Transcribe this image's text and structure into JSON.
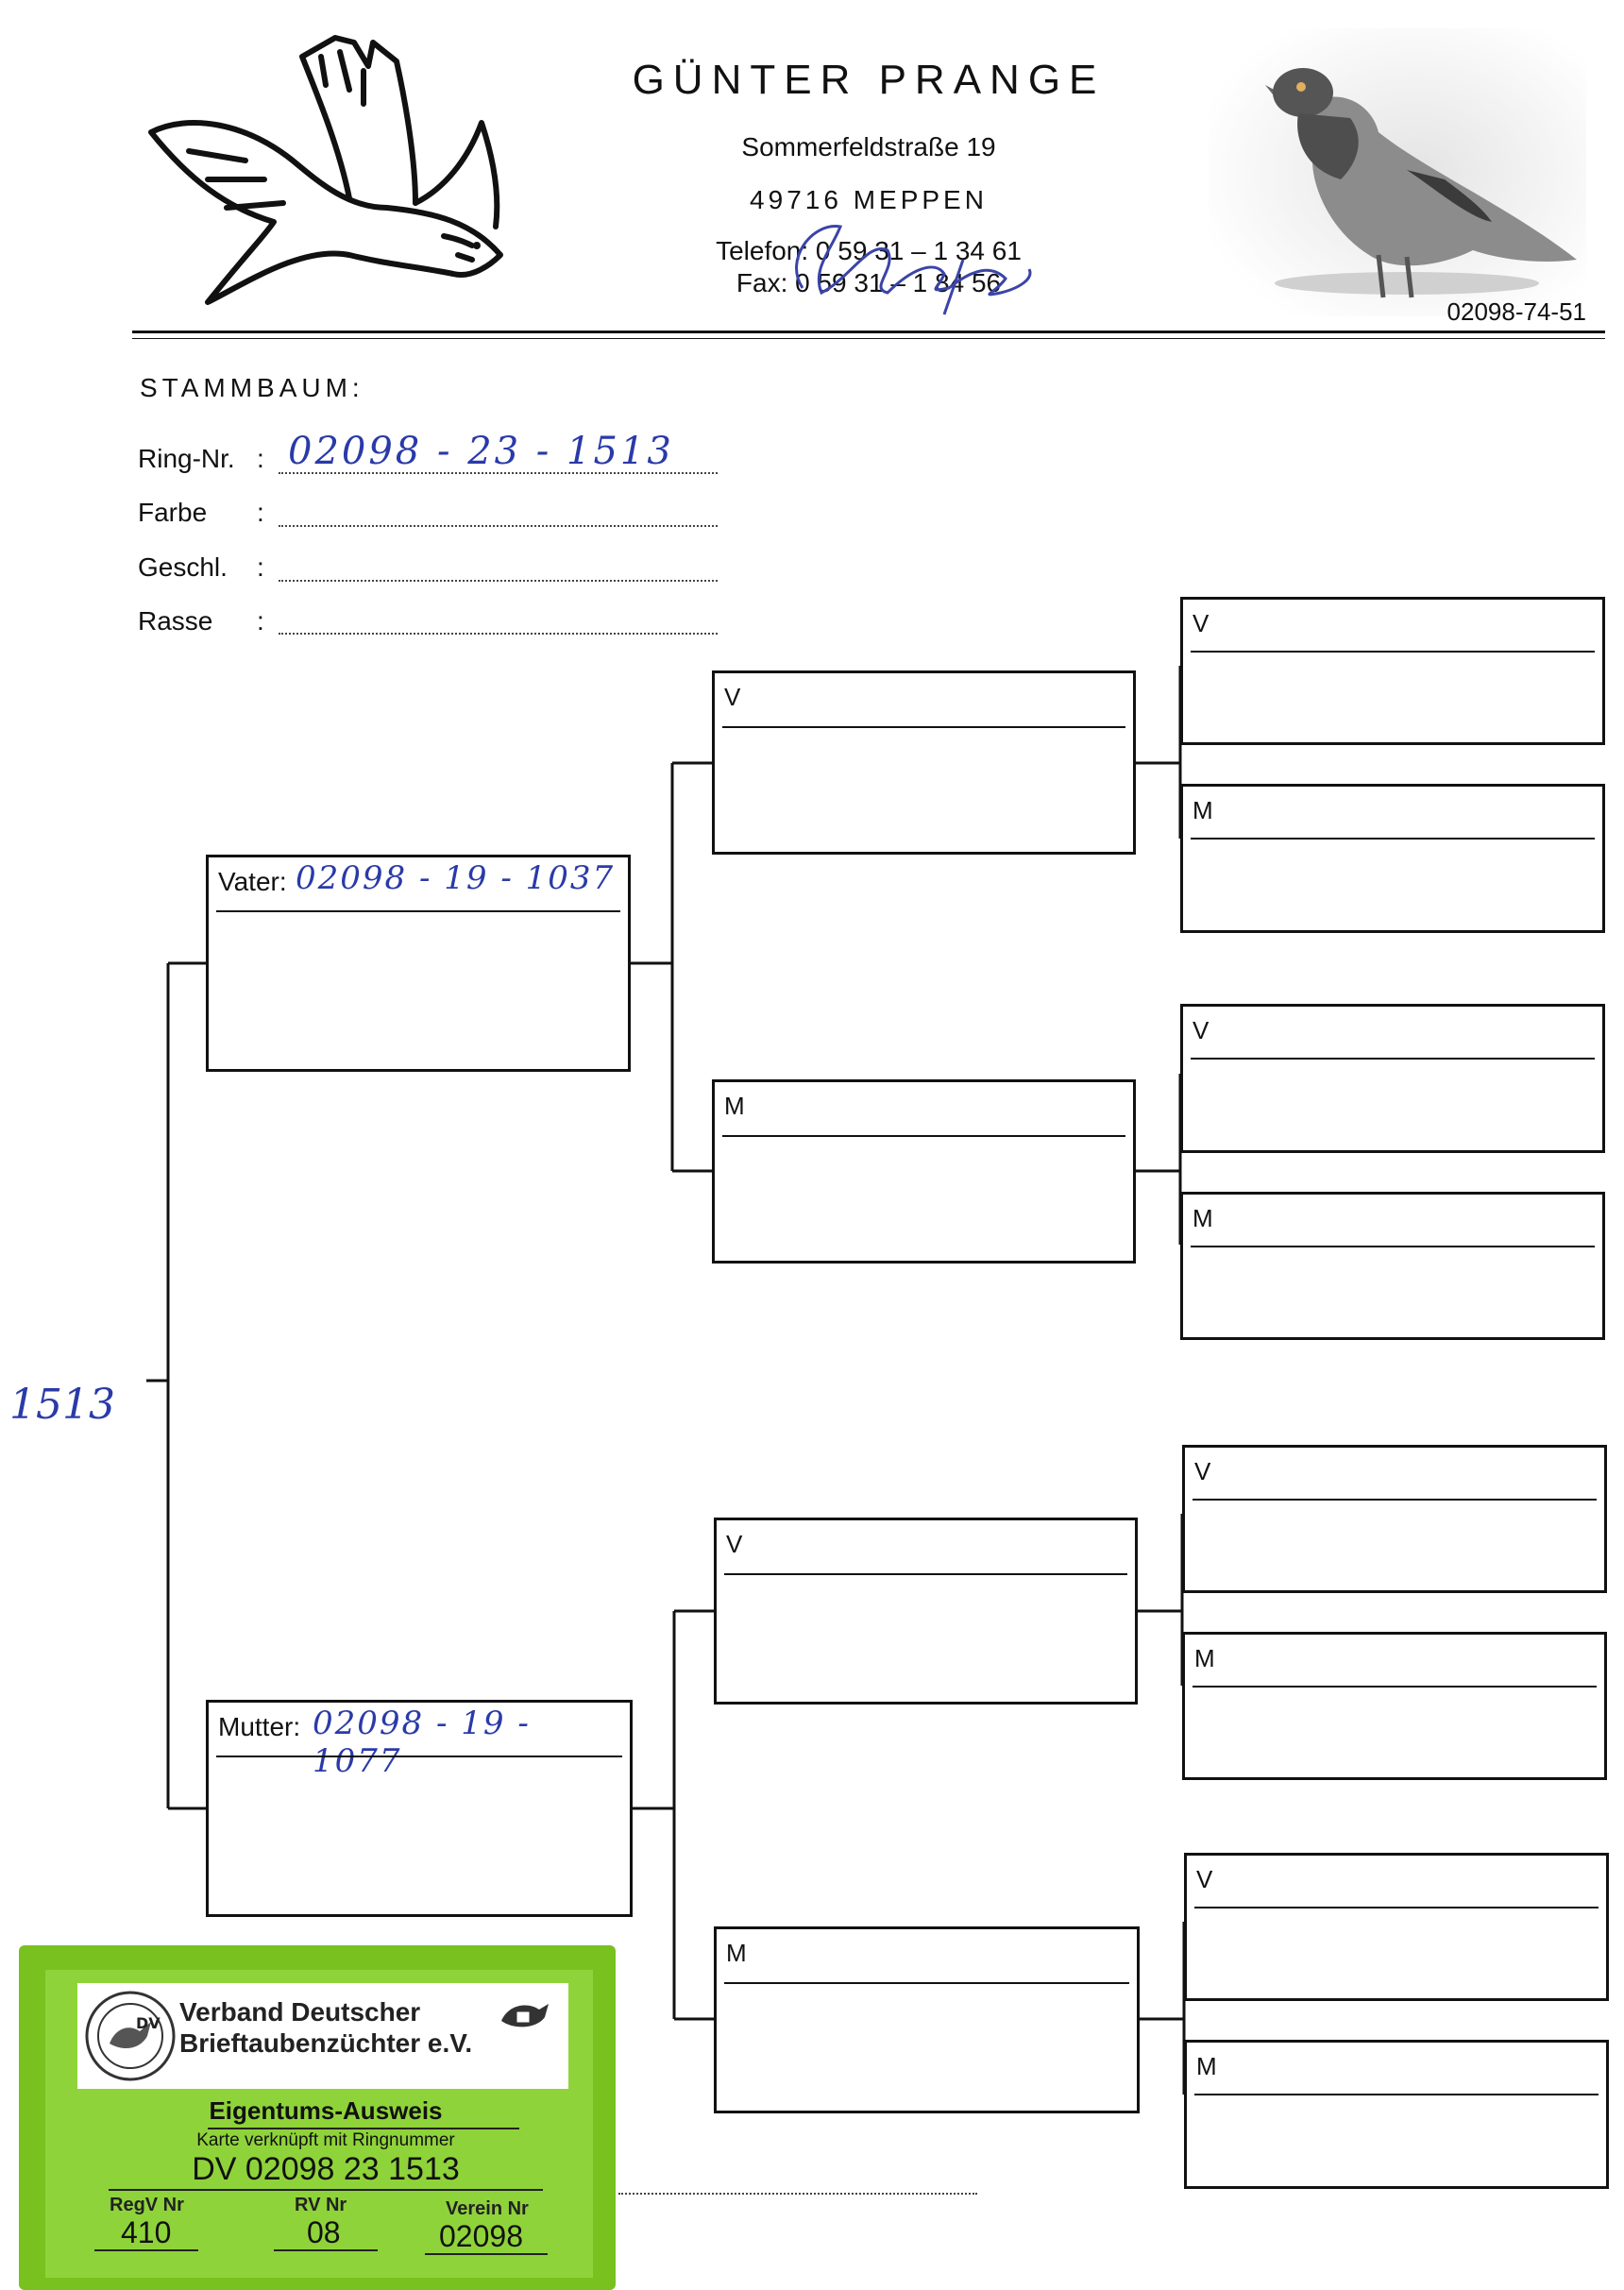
{
  "header": {
    "name": "GÜNTER PRANGE",
    "street": "Sommerfeldstraße 19",
    "city": "49716 MEPPEN",
    "phone": "Telefon: 0 59 31 – 1 34 61",
    "fax": "Fax: 0 59 31 – 1 84 56",
    "ref_number": "02098-74-51"
  },
  "form": {
    "title": "STAMMBAUM:",
    "fields": [
      {
        "label": "Ring-Nr.",
        "colon": ":",
        "value": "02098 - 23 - 1513"
      },
      {
        "label": "Farbe",
        "colon": ":",
        "value": ""
      },
      {
        "label": "Geschl.",
        "colon": ":",
        "value": ""
      },
      {
        "label": "Rasse",
        "colon": ":",
        "value": ""
      }
    ]
  },
  "pedigree": {
    "side_number": "1513",
    "vater": {
      "label": "Vater:",
      "value": "02098 - 19 - 1037"
    },
    "mutter": {
      "label": "Mutter:",
      "value": "02098 - 19 - 1077"
    },
    "gen2": [
      {
        "label": "V"
      },
      {
        "label": "M"
      },
      {
        "label": "V"
      },
      {
        "label": "M"
      }
    ],
    "gen3": [
      {
        "label": "V"
      },
      {
        "label": "M"
      },
      {
        "label": "V"
      },
      {
        "label": "M"
      },
      {
        "label": "V"
      },
      {
        "label": "M"
      },
      {
        "label": "V"
      },
      {
        "label": "M"
      }
    ]
  },
  "card": {
    "org_line1": "Verband Deutscher",
    "org_line2": "Brieftaubenzüchter e.V.",
    "heading": "Eigentums-Ausweis",
    "subheading": "Karte verknüpft mit Ringnummer",
    "ring": "DV 02098 23 1513",
    "fields": [
      {
        "label": "RegV Nr",
        "value": "410"
      },
      {
        "label": "RV Nr",
        "value": "08"
      },
      {
        "label": "Verein Nr",
        "value": "02098"
      }
    ],
    "logo_letters": "DV"
  },
  "colors": {
    "ink_handwriting": "#2a3aa8",
    "card_green": "#79c11f",
    "card_green_light": "#8fd33a"
  },
  "icons": [
    "flying-dove-logo-icon",
    "pigeon-photo-icon",
    "dv-emblem-icon",
    "bird-seal-icon"
  ]
}
